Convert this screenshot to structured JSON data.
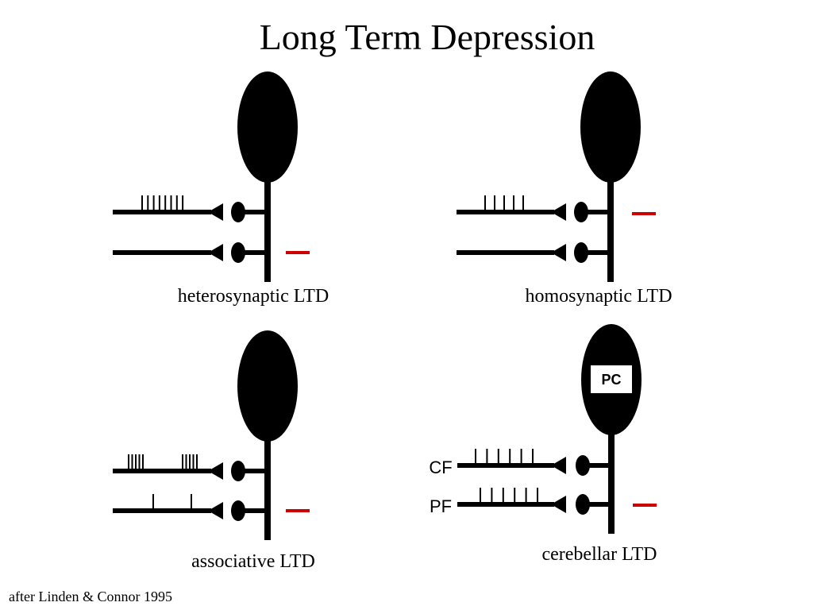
{
  "title": "Long Term Depression",
  "colors": {
    "ink": "#000000",
    "depression_mark": "#cc0000",
    "background": "#ffffff"
  },
  "panels": [
    {
      "id": "heterosynaptic",
      "caption": "heterosynaptic LTD",
      "inputs": [
        {
          "label": "",
          "spike_groups": [
            8
          ]
        },
        {
          "label": "",
          "spike_groups": []
        }
      ],
      "depressed_input": 2
    },
    {
      "id": "homosynaptic",
      "caption": "homosynaptic LTD",
      "inputs": [
        {
          "label": "",
          "spike_groups": [
            5
          ]
        },
        {
          "label": "",
          "spike_groups": []
        }
      ],
      "depressed_input": 1
    },
    {
      "id": "associative",
      "caption": "associative LTD",
      "inputs": [
        {
          "label": "",
          "spike_groups": [
            5,
            5
          ]
        },
        {
          "label": "",
          "spike_groups": [
            1,
            1
          ]
        }
      ],
      "depressed_input": 2
    },
    {
      "id": "cerebellar",
      "caption": "cerebellar LTD",
      "cell_label": "PC",
      "inputs": [
        {
          "label": "CF",
          "spike_groups": [
            6
          ]
        },
        {
          "label": "PF",
          "spike_groups": [
            6
          ]
        }
      ],
      "depressed_input": 2
    }
  ],
  "credit": "after Linden & Connor 1995"
}
